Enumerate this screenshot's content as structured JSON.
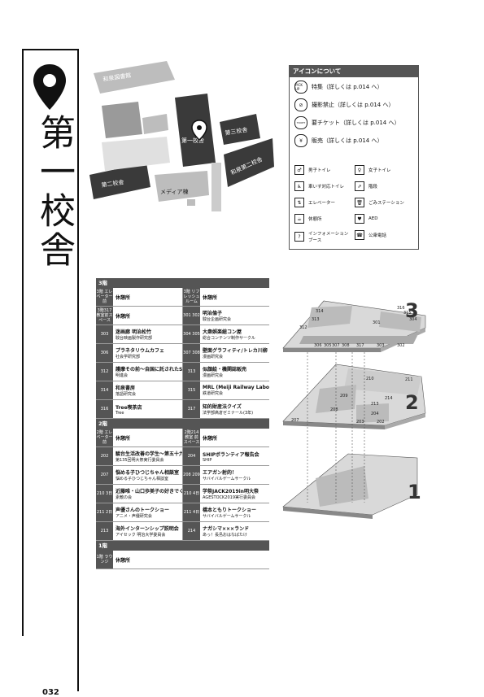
{
  "page": {
    "title": "第一校舎",
    "page_number": "032"
  },
  "map": {
    "labels": [
      "和泉図書館",
      "第一校舎",
      "第二校舎",
      "第三校舎",
      "メディア棟",
      "和泉第二校舎"
    ]
  },
  "legend": {
    "title": "アイコンについて",
    "special": [
      {
        "icon": "PICK UP",
        "label": "特集（詳しくは p.014 へ）"
      },
      {
        "icon": "camera-ban-icon",
        "label": "撮影禁止（詳しくは p.014 へ）"
      },
      {
        "icon": "TICKET",
        "label": "要チケット（詳しくは p.014 へ）"
      },
      {
        "icon": "¥",
        "label": "販売（詳しくは p.014 へ）"
      }
    ],
    "facilities": [
      {
        "icon": "♂",
        "label": "男子トイレ"
      },
      {
        "icon": "♀",
        "label": "女子トイレ"
      },
      {
        "icon": "♿",
        "label": "車いす対応トイレ"
      },
      {
        "icon": "⇗",
        "label": "階段"
      },
      {
        "icon": "⇅",
        "label": "エレベーター"
      },
      {
        "icon": "🗑",
        "label": "ごみステーション"
      },
      {
        "icon": "☕",
        "label": "休憩所"
      },
      {
        "icon": "♥",
        "label": "AED"
      },
      {
        "icon": "?",
        "label": "インフォメーションブース"
      },
      {
        "icon": "☎",
        "label": "公衆電話"
      }
    ]
  },
  "floors": [
    {
      "header": "3階",
      "rows": [
        [
          {
            "num": "3階 エレベーター前",
            "name": "休憩所",
            "sub": ""
          },
          {
            "num": "3階 リフレッシュルーム",
            "name": "休憩所",
            "sub": ""
          }
        ],
        [
          {
            "num": "3階317教室前スペース",
            "name": "休憩所",
            "sub": ""
          },
          {
            "num": "301 302",
            "name": "明治倫子",
            "sub": "駿台企画研究会"
          }
        ],
        [
          {
            "num": "303",
            "name": "迷画廊 明治松竹",
            "sub": "駿台映画製作研究部"
          },
          {
            "num": "304 305",
            "name": "大衆娯楽総コン屋",
            "sub": "総合コンテンツ制作サークル"
          }
        ],
        [
          {
            "num": "306",
            "name": "プラネタリウムカフェ",
            "sub": "社会学研究部"
          },
          {
            "num": "307 308",
            "name": "壁面グラフィティ/トレカ川柳",
            "sub": "漫画研究会"
          }
        ],
        [
          {
            "num": "312",
            "name": "護摩その前〜自国に託されたSOS〜",
            "sub": "明進会"
          },
          {
            "num": "313",
            "name": "似顔絵・機関誌販売",
            "sub": "漫画研究会"
          }
        ],
        [
          {
            "num": "314",
            "name": "和泉書房",
            "sub": "落語研究会"
          },
          {
            "num": "315",
            "name": "MRL (Meiji Railway Laboratory)",
            "sub": "鉄道研究会"
          }
        ],
        [
          {
            "num": "316",
            "name": "Tree喫茶店",
            "sub": "Tree"
          },
          {
            "num": "317",
            "name": "知的財産法クイズ",
            "sub": "法学部髙倉ゼミナール(3年)"
          }
        ]
      ]
    },
    {
      "header": "2階",
      "rows": [
        [
          {
            "num": "2階 エレベーター前",
            "name": "休憩所",
            "sub": ""
          },
          {
            "num": "2階214教室 前スペース",
            "name": "休憩所",
            "sub": ""
          }
        ],
        [
          {
            "num": "202",
            "name": "駿台生活改善の学生〜第五十九回明大祭〜",
            "sub": "第135回明大祭実行委員会"
          },
          {
            "num": "204",
            "name": "SHIPボランティア報告会",
            "sub": "SHIP"
          }
        ],
        [
          {
            "num": "207",
            "name": "悩める子ひつじちゃん相談室",
            "sub": "悩める子ひつじちゃん相談室"
          },
          {
            "num": "208 209",
            "name": "エアガン射的！",
            "sub": "サバイバルゲームサークル"
          }
        ],
        [
          {
            "num": "210 3日",
            "name": "近藤唯・山口歩美子の好きでくり申祭",
            "sub": "素敵の会"
          },
          {
            "num": "210 4日",
            "name": "学祭JACK2019in明大祭",
            "sub": "AGESTOCK2019実行委員会"
          }
        ],
        [
          {
            "num": "211 2日",
            "name": "声優さんのトークショー",
            "sub": "アニメ・声優研究会"
          },
          {
            "num": "211 4日",
            "name": "橋本ともりトークショー",
            "sub": "サバイバルゲームサークル"
          }
        ],
        [
          {
            "num": "213",
            "name": "海外インターンシップ説明会",
            "sub": "アイセック 明治大学委員会"
          },
          {
            "num": "214",
            "name": "ナガシマ×××ランド",
            "sub": "あっ！長島おはなばたけ"
          }
        ]
      ]
    },
    {
      "header": "1階",
      "rows": [
        [
          {
            "num": "1階 ラウンジ",
            "name": "休憩所",
            "sub": ""
          }
        ]
      ]
    }
  ],
  "floor_plan": {
    "floor_numbers": [
      "3",
      "2",
      "1"
    ],
    "f3_rooms": [
      "314",
      "313",
      "312",
      "306",
      "305",
      "307",
      "308",
      "317",
      "303",
      "302",
      "301",
      "316",
      "315",
      "304"
    ],
    "f2_rooms": [
      "210",
      "211",
      "209",
      "208",
      "213",
      "207",
      "204",
      "203",
      "202",
      "214"
    ]
  },
  "colors": {
    "header": "#555555",
    "map_dark": "#3a3a3a",
    "map_light": "#bdbdbd",
    "floor_light": "#d9d9d9"
  }
}
